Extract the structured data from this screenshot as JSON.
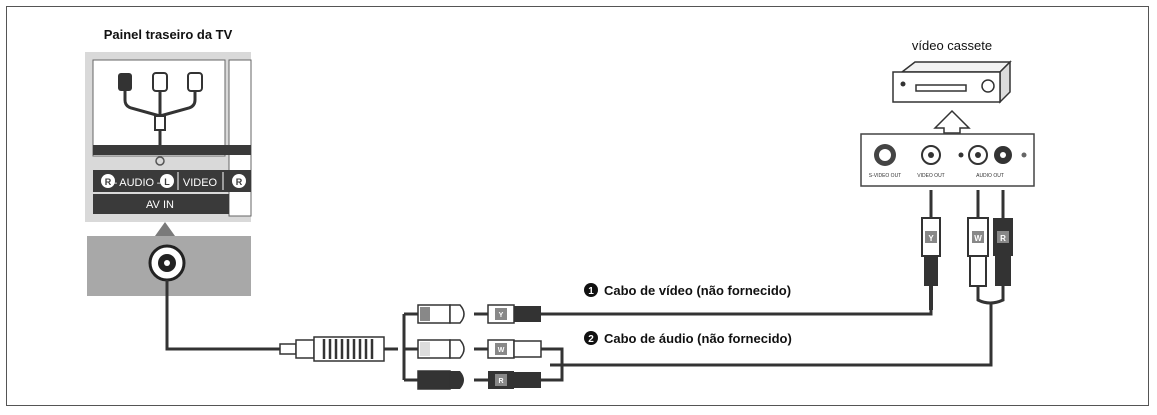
{
  "tv_panel": {
    "title": "Painel traseiro da TV",
    "audio_label": "– AUDIO –",
    "video_label": "VIDEO",
    "av_in_label": "AV IN",
    "jack_r": "R",
    "jack_l": "L"
  },
  "vcr": {
    "title": "vídeo cassete",
    "out_labels": [
      "S-VIDEO OUT",
      "VIDEO OUT",
      "AUDIO OUT"
    ]
  },
  "cables": {
    "video": {
      "number": "1",
      "label": "Cabo de vídeo (não fornecido)"
    },
    "audio": {
      "number": "2",
      "label": "Cabo de áudio (não fornecido)"
    }
  },
  "plug_letters": {
    "yellow": "Y",
    "white": "W",
    "red": "R"
  },
  "colors": {
    "cable": "#333333",
    "panel_gray": "#a8a8a8",
    "panel_dark": "#3a3a3a"
  }
}
